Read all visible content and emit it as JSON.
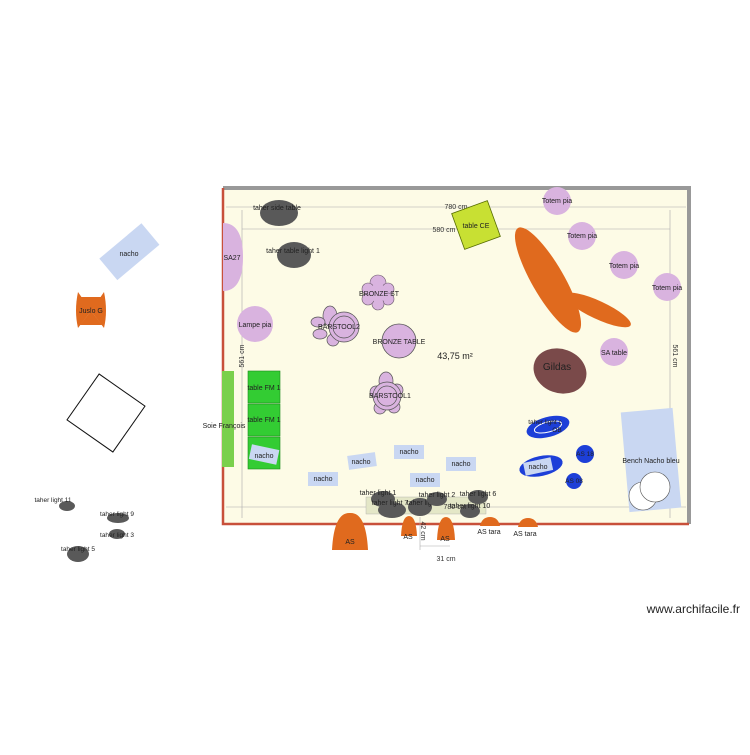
{
  "room": {
    "area": "43,75 m²",
    "dims": {
      "top_outer": "780 cm",
      "top_inner": "580 cm",
      "left": "561 cm",
      "right": "561 cm",
      "bottom": "780 cm",
      "small_v": "42 cm",
      "small_h": "31 cm"
    }
  },
  "labels": {
    "taher_side_table": "taher side table",
    "taher_table_light_1": "taher table light 1",
    "sa27": "SA27",
    "lampe_pia": "Lampe pia",
    "barstool2": "BARSTOOL2",
    "bronze_st": "BRONZE ST",
    "bronze_table": "BRONZE TABLE",
    "barstool1": "BARSTOOL1",
    "table_ce": "table CE",
    "totem_pia": "Totem pia",
    "sa_table": "SA table",
    "gildas": "Gildas",
    "table_fm": "table FM 1",
    "soie_francois": "Soie François",
    "nacho": "nacho",
    "taher_light_1": "taher light 1",
    "taher_light_2": "taher light 2",
    "taher_light_6": "taher light 6",
    "taher_light_8": "taher light 8",
    "taher_light_7": "taher light 7",
    "taher_light_10": "taher light 10",
    "taher_light_c": "taher light c",
    "taher_light_11": "taher light 11",
    "taher_light_9": "taher light 9",
    "taher_light_3": "taher light 3",
    "taher_light_5": "taher light 5",
    "as": "AS",
    "as_tara": "AS tara",
    "as_18": "AS 18",
    "as_08": "AS 08",
    "bench_nacho_bleu": "Bench Nacho bleu",
    "juslo_g": "Juslo G",
    "ob": "OB"
  },
  "colors": {
    "floor": "#fdfbe6",
    "wall": "#999999",
    "wall_red": "#c8503a",
    "orange": "#e06a1e",
    "lilac": "#d9b3df",
    "dark_grey": "#595959",
    "green": "#33cc33",
    "blue": "#1d3fd8",
    "light_blue": "#c9d7f2",
    "lime": "#c8e033",
    "brown": "#7a4a4a"
  },
  "watermark": "www.archifacile.fr"
}
